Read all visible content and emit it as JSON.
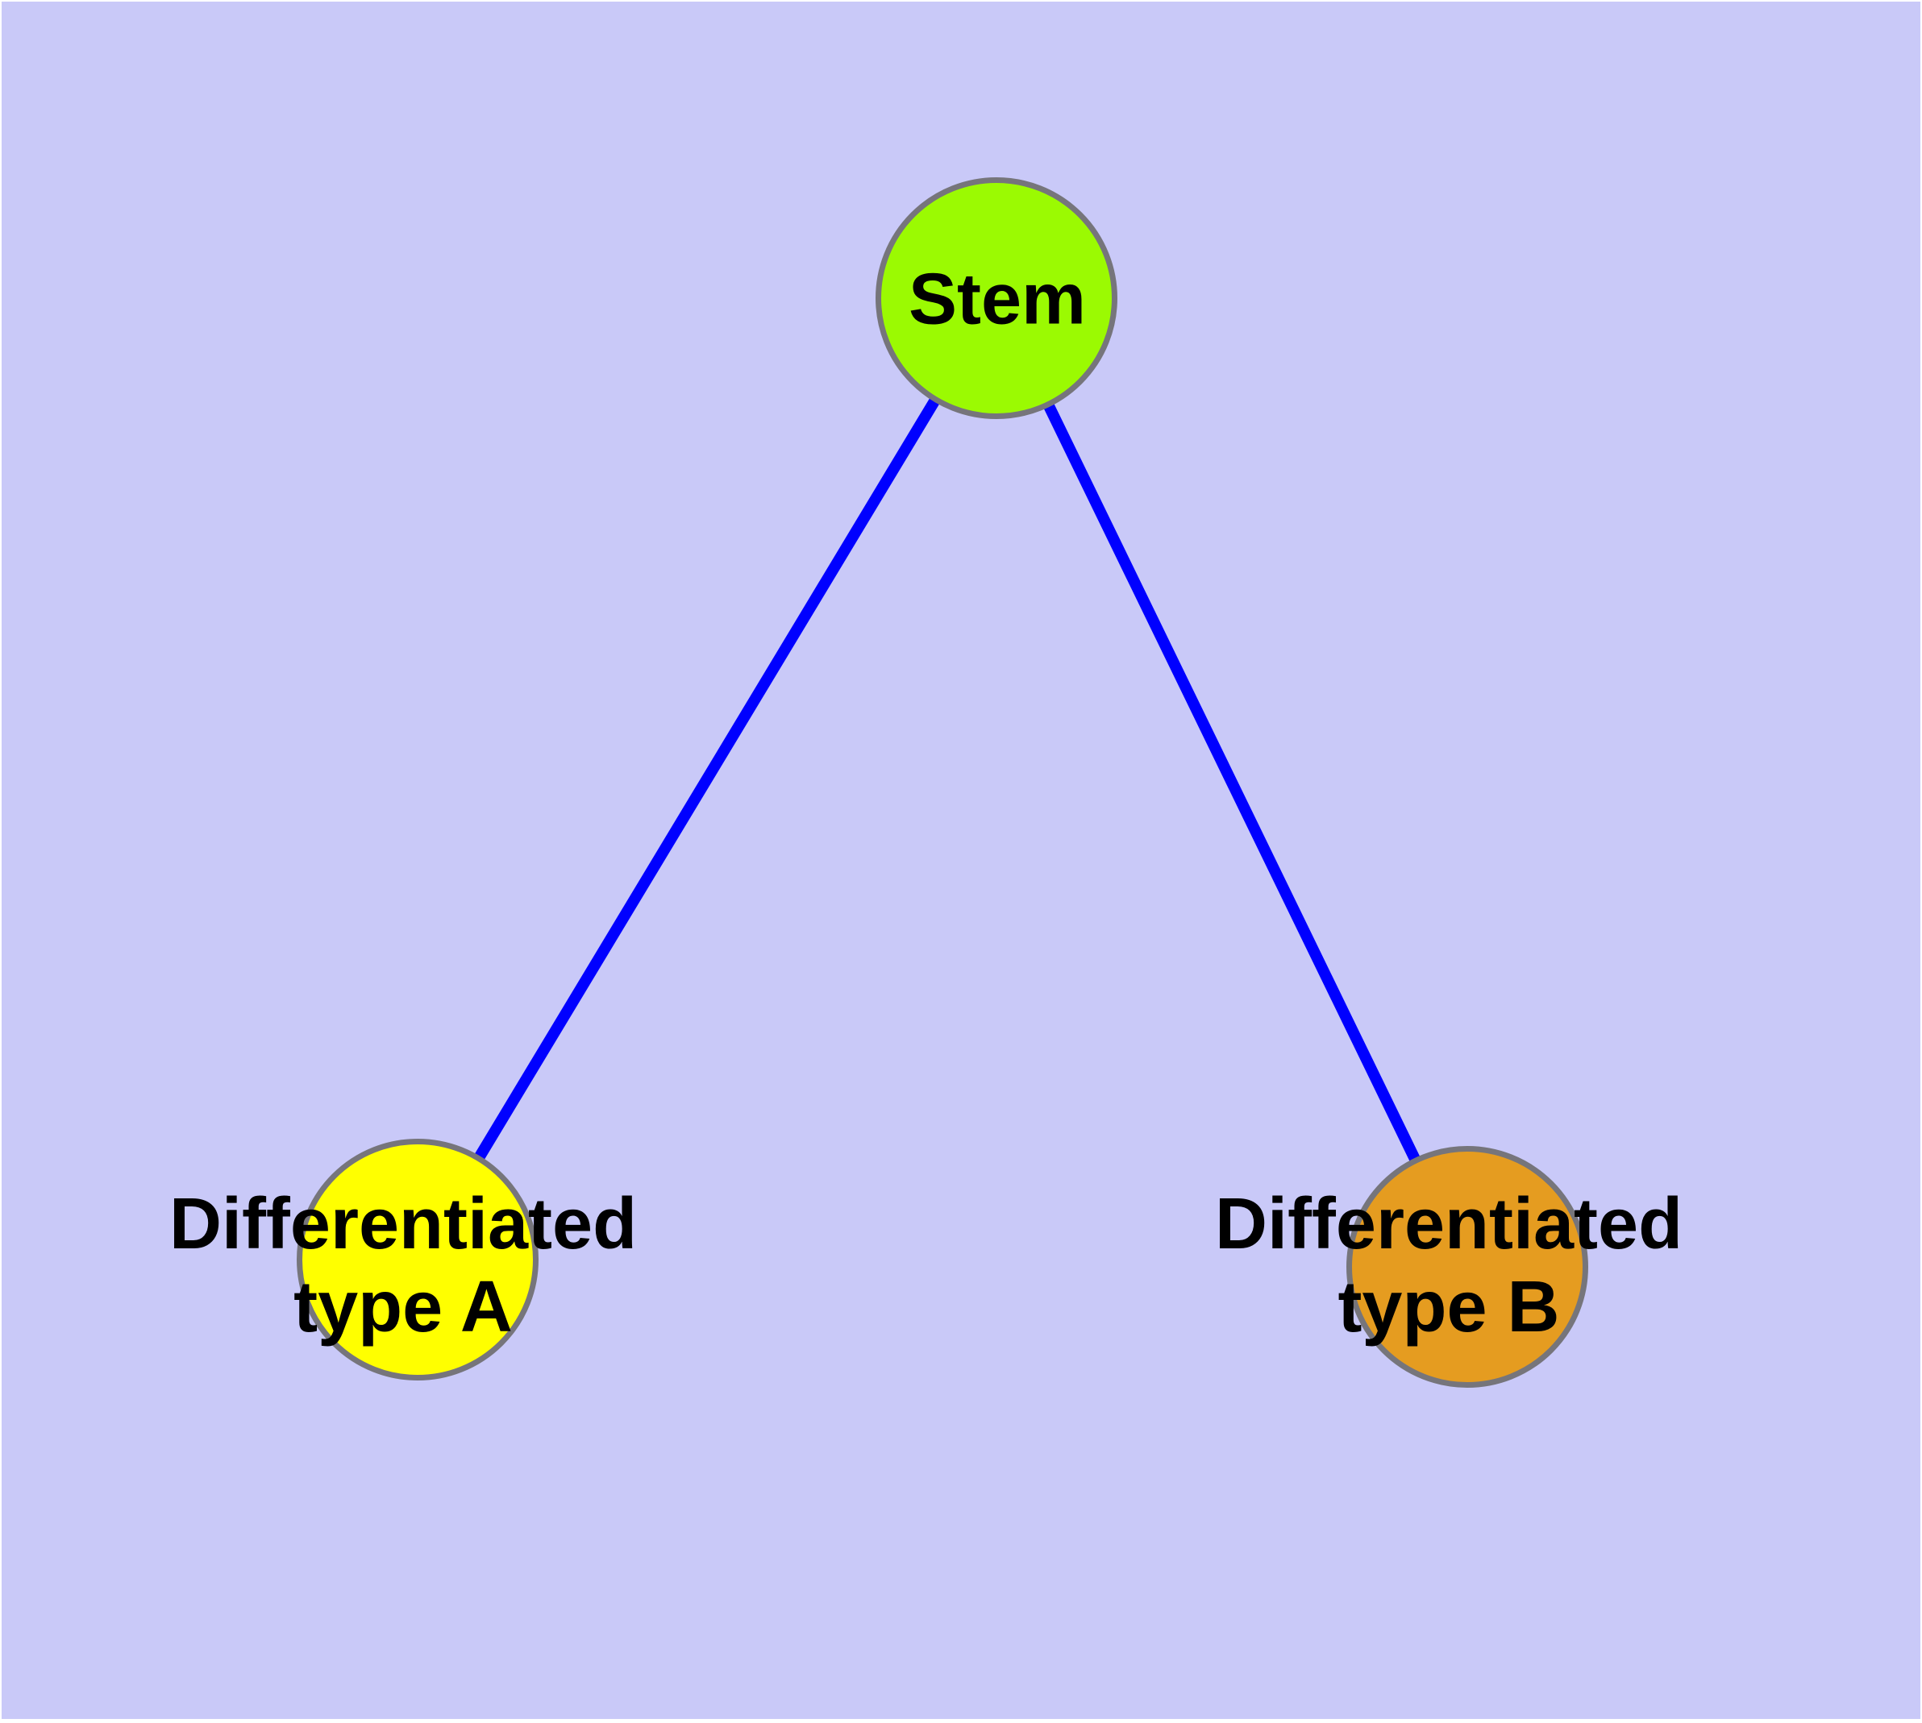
{
  "colors": {
    "background": "#c9c9f8",
    "page_margin": "#ffffff",
    "edge": "#0000ff",
    "node_border": "#76757b",
    "label": "#000000"
  },
  "nodes": {
    "stem": {
      "label": "Stem",
      "fill": "#9bfa02"
    },
    "typeA": {
      "label": "Differentiated type A",
      "line1": "Differentiated",
      "line2": "type A",
      "fill": "#ffff00"
    },
    "typeB": {
      "label": "Differentiated type B",
      "line1": "Differentiated",
      "line2": "type B",
      "fill": "#e59c20"
    }
  },
  "edges": [
    {
      "from": "Stem",
      "to": "Differentiated type A"
    },
    {
      "from": "Stem",
      "to": "Differentiated type B"
    }
  ]
}
